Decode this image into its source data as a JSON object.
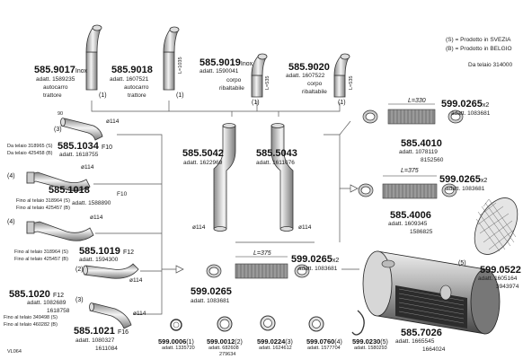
{
  "legend": {
    "sweden": "(S) = Prodotto in SVEZIA",
    "belgium": "(B) = Prodotto in BELGIO",
    "frame_note": "Da telaio 314000"
  },
  "parts": {
    "p9017": {
      "code": "585.9017",
      "suffix": "Inox",
      "ref": "adatt. 1589235",
      "desc1": "autocarro",
      "desc2": "trattore",
      "qty": "(1)"
    },
    "p9018": {
      "code": "585.9018",
      "ref": "adatt. 1607521",
      "desc1": "autocarro",
      "desc2": "trattore",
      "qty": "(1)",
      "len": "L=1035"
    },
    "p9019": {
      "code": "585.9019",
      "suffix": "Inox",
      "ref": "adatt. 1590041",
      "desc1": "corpo",
      "desc2": "ribaltabile",
      "qty": "(1)",
      "len": "L=535"
    },
    "p9020": {
      "code": "585.9020",
      "ref": "adatt. 1607522",
      "desc1": "corpo",
      "desc2": "ribaltabile",
      "qty": "(1)",
      "len": "L=535"
    },
    "p1034": {
      "code": "585.1034",
      "suffix": "F10",
      "note1": "Da telaio 318965 (S)",
      "note2": "Da telaio 425458 (B)",
      "ref": "adatt. 1618755",
      "qty": "(3)",
      "dia": "ø114",
      "dia2": "90"
    },
    "p1018": {
      "code": "585.1018",
      "suffix": "F10",
      "note1": "Fino al telaio 318964 (S)",
      "note2": "Fino al telaio 425457 (B)",
      "ref": "adatt. 1588890",
      "qty": "(4)",
      "dia": "ø114"
    },
    "p1019": {
      "code": "585.1019",
      "suffix": "F12",
      "note1": "Fino al telaio 318964 (S)",
      "note2": "Fino al telaio 425457 (B)",
      "ref": "adatt. 1594300",
      "qty": "(4)",
      "dia": "ø114"
    },
    "p1020": {
      "code": "585.1020",
      "suffix": "F12",
      "ref": "adatt. 1082689",
      "ref2": "1618758",
      "qty": "(2)",
      "dia": "ø114"
    },
    "p1021": {
      "code": "585.1021",
      "suffix": "F16",
      "note1": "Fino al telaio 349498 (S)",
      "note2": "Fino al telaio 460282 (B)",
      "ref": "adatt. 1080327",
      "ref2": "1611084",
      "qty": "(3)",
      "dia": "ø114"
    },
    "p5042": {
      "code": "585.5042",
      "ref": "adatt. 1622969",
      "dia": "ø114"
    },
    "p5043": {
      "code": "585.5043",
      "ref": "adatt. 1611076",
      "dia": "ø114"
    },
    "p4010": {
      "code": "585.4010",
      "ref": "adatt. 1078119",
      "ref2": "8152560",
      "len": "L=330"
    },
    "p4006": {
      "code": "585.4006",
      "ref": "adatt. 1609345",
      "ref2": "1586825",
      "len": "L=375"
    },
    "p0265a": {
      "code": "599.0265",
      "suffix": "x2",
      "ref": "adatt. 1083681"
    },
    "p0265b": {
      "code": "599.0265",
      "suffix": "x2",
      "ref": "adatt. 1083681"
    },
    "p0265c": {
      "code": "599.0265",
      "suffix": "x2",
      "ref": "adatt. 1083681",
      "len": "L=375"
    },
    "p0265d": {
      "code": "599.0265",
      "ref": "adatt. 1083681"
    },
    "p0522": {
      "code": "599.0522",
      "ref": "adatt. 1605164",
      "ref2": "3943974"
    },
    "p7026": {
      "code": "585.7026",
      "ref": "adatt. 1665545",
      "ref2": "1664024",
      "qty": "(5)"
    },
    "p0006": {
      "code": "599.0006",
      "qty": "(1)",
      "ref": "adatt. 1335720"
    },
    "p0012": {
      "code": "599.0012",
      "qty": "(2)",
      "ref": "adatt. 682608",
      "ref2": "279634"
    },
    "p0224": {
      "code": "599.0224",
      "qty": "(3)",
      "ref": "adatt. 1624612"
    },
    "p0760": {
      "code": "599.0760",
      "qty": "(4)",
      "ref": "adatt. 1577704"
    },
    "p0230": {
      "code": "599.0230",
      "qty": "(5)",
      "ref": "adatt. 1580293"
    }
  },
  "footer": {
    "sheet": "VL064"
  }
}
